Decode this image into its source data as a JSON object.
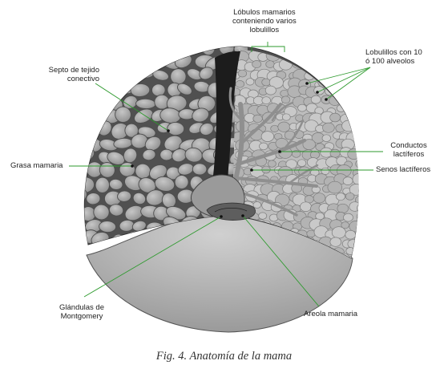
{
  "labels": {
    "lobulos": "Lóbulos mamarios\nconteniendo varios\nlobulillos",
    "lobulillos": "Lobulillos con 10\nó 100 alveolos",
    "septo": "Septo de tejido\nconectivo",
    "grasa": "Grasa mamaria",
    "conductos": "Conductos\nlactíferos",
    "senos": "Senos lactíferos",
    "glandulas": "Glándulas de\nMontgomery",
    "areola": "Areola mamaria"
  },
  "caption": "Fig. 4. Anatomía de la mama",
  "colors": {
    "leader_line": "#2e9a2e",
    "tissue": "#a9a9a9",
    "tissue_dark": "#4d4d4d",
    "duct": "#8f8f8f",
    "skin": "#b8b8b8",
    "cavity": "#1a1a1a"
  }
}
